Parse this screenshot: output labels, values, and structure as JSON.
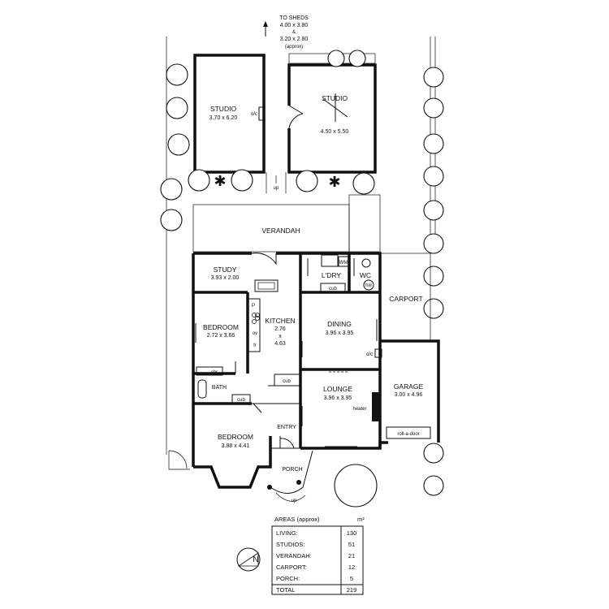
{
  "title_note": {
    "line1": "TO SHEDS",
    "line2": "4.00 x 3.80",
    "line3": "&",
    "line4": "3.20 x 2.80",
    "line5": "(approx)"
  },
  "rooms": {
    "studio_left": {
      "name": "STUDIO",
      "size": "3.70 x 6.20"
    },
    "studio_right": {
      "name": "STUDIO",
      "size": "4.50 x 5.50"
    },
    "verandah": {
      "name": "VERANDAH"
    },
    "study": {
      "name": "STUDY",
      "size": "3.93 x 2.00"
    },
    "laundry": {
      "name": "L'DRY"
    },
    "wc": {
      "name": "WC"
    },
    "carport": {
      "name": "CARPORT"
    },
    "bedroom1": {
      "name": "BEDROOM",
      "size": "2.72 x 3.66"
    },
    "kitchen": {
      "name": "KITCHEN",
      "size1": "2.76",
      "size2": "x",
      "size3": "4.63"
    },
    "dining": {
      "name": "DINING",
      "size": "3.96 x 3.95"
    },
    "lounge": {
      "name": "LOUNGE",
      "size": "3.96 x 3.95"
    },
    "garage": {
      "name": "GARAGE",
      "size": "3.00 x 4.96"
    },
    "bath": {
      "name": "BATH"
    },
    "bedroom2": {
      "name": "BEDROOM",
      "size": "3.88 x 4.41"
    },
    "entry": {
      "name": "ENTRY"
    },
    "porch": {
      "name": "PORCH"
    }
  },
  "fixtures": {
    "oc_left": "o/c",
    "oc_garage": "o/c",
    "up_top": "up",
    "up_porch": "up",
    "wm": "WM",
    "cub1": "cub",
    "cub2": "cub",
    "cub3": "cub",
    "hw": "hw",
    "p": "P",
    "ov": "ov",
    "fr": "fr",
    "shr": "shr",
    "heater": "heater",
    "roller": "roll-a-door"
  },
  "areas": {
    "heading": "AREAS (approx)",
    "unit": "m²",
    "rows": [
      {
        "label": "LIVING:",
        "value": "130"
      },
      {
        "label": "STUDIOS:",
        "value": "51"
      },
      {
        "label": "VERANDAH:",
        "value": "21"
      },
      {
        "label": "CARPORT:",
        "value": "12"
      },
      {
        "label": "PORCH:",
        "value": "5"
      }
    ],
    "total_label": "TOTAL",
    "total_value": "219"
  },
  "compass": {
    "letter": "N"
  }
}
